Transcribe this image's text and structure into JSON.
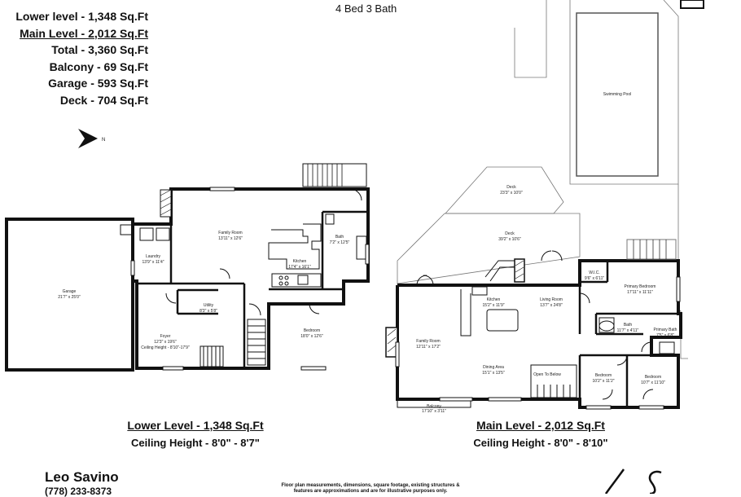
{
  "header": {
    "title": "4 Bed 3 Bath"
  },
  "areas": [
    "Lower level - 1,348 Sq.Ft",
    "Main Level - 2,012 Sq.Ft",
    "Total - 3,360 Sq.Ft",
    "Balcony - 69 Sq.Ft",
    "Garage - 593 Sq.Ft",
    "Deck - 704 Sq.Ft"
  ],
  "compass": {
    "label": "N"
  },
  "lower_level": {
    "caption": "Lower Level - 1,348 Sq.Ft",
    "ceiling": "Ceiling Height - 8'0\" - 8'7\"",
    "rooms": {
      "garage": {
        "name": "Garage",
        "dims": "21'7\" x 25'0\""
      },
      "laundry": {
        "name": "Laundry",
        "dims": "13'9\" x 11'4\""
      },
      "family": {
        "name": "Family Room",
        "dims": "13'11\" x 12'6\""
      },
      "kitchen": {
        "name": "Kitchen",
        "dims": "17'4\" x 16'1\""
      },
      "bath": {
        "name": "Bath",
        "dims": "7'2\" x 12'5\""
      },
      "utility": {
        "name": "Utility",
        "dims": "8'3\" x 5'8\""
      },
      "foyer": {
        "name": "Foyer",
        "dims": "12'3\" x 19'6\"",
        "ceiling": "Ceiling Height - 8'10\"-17'9\""
      },
      "bedroom": {
        "name": "Bedroom",
        "dims": "18'0\" x 12'6\""
      }
    }
  },
  "main_level": {
    "caption": "Main Level - 2,012 Sq.Ft",
    "ceiling": "Ceiling Height - 8'0\" - 8'10\"",
    "rooms": {
      "pool": {
        "name": "Swimming Pool"
      },
      "deck_upper": {
        "name": "Deck",
        "dims": "23'3\" x 10'0\""
      },
      "deck": {
        "name": "Deck",
        "dims": "39'2\" x 10'6\""
      },
      "wic": {
        "name": "W.I.C.",
        "dims": "9'6\" x 6'11\""
      },
      "primary_bedroom": {
        "name": "Primary Bedroom",
        "dims": "17'11\" x 11'11\""
      },
      "kitchen": {
        "name": "Kitchen",
        "dims": "15'2\" x 11'9\""
      },
      "living": {
        "name": "Living Room",
        "dims": "13'7\" x 24'8\""
      },
      "bath": {
        "name": "Bath",
        "dims": "11'7\" x 4'11\""
      },
      "primary_bath": {
        "name": "Primary Bath",
        "dims": "7'5\" x 6'8\""
      },
      "family": {
        "name": "Family Room",
        "dims": "12'11\" x 17'2\""
      },
      "dining": {
        "name": "Dining Area",
        "dims": "15'1\" x 13'5\""
      },
      "open_below": {
        "name": "Open To Below"
      },
      "bedroom1": {
        "name": "Bedroom",
        "dims": "10'2\" x 11'2\""
      },
      "bedroom2": {
        "name": "Bedroom",
        "dims": "10'7\" x 11'10\""
      },
      "balcony": {
        "name": "Balcony",
        "dims": "17'10\" x 3'11\""
      }
    }
  },
  "agent": {
    "name": "Leo Savino",
    "phone": "(778) 233-8373"
  },
  "disclaimer": "Floor plan measurements, dimensions, square footage, existing structures & features are approximations and are for illustrative purposes only."
}
